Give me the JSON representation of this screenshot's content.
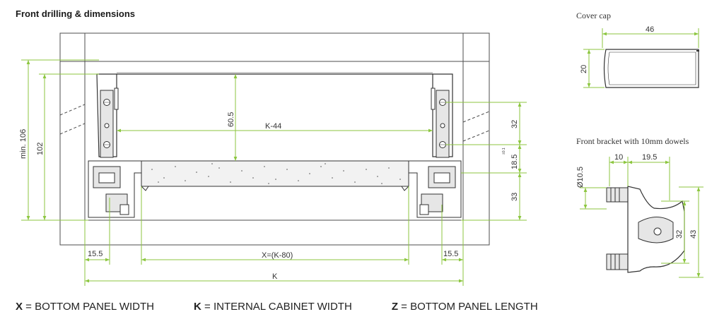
{
  "title": "Front drilling & dimensions",
  "cover_cap": {
    "title": "Cover cap",
    "width_label": "46",
    "height_label": "20"
  },
  "front_bracket": {
    "title": "Front bracket with 10mm dowels",
    "dim_a": "10",
    "dim_b": "19.5",
    "dowel_dia": "Ø10.5",
    "dim_c": "32",
    "dim_d": "43"
  },
  "main_drawing": {
    "min_height": "min. 106",
    "height_102": "102",
    "depth_60": "60.5",
    "k44": "K-44",
    "dim_32": "32",
    "small_note": "±0.1",
    "dim_18": "18.5",
    "dim_33": "33",
    "left_15": "15.5",
    "right_15": "15.5",
    "x_formula": "X=(K-80)",
    "k": "K"
  },
  "legend": [
    {
      "key": "X",
      "text": " = BOTTOM PANEL WIDTH"
    },
    {
      "key": "K",
      "text": " = INTERNAL CABINET WIDTH"
    },
    {
      "key": "Z",
      "text": " = BOTTOM PANEL LENGTH"
    }
  ],
  "colors": {
    "dimension_line": "#8cc63f",
    "outline": "#333333",
    "fill_gray": "#e6e6e6"
  }
}
